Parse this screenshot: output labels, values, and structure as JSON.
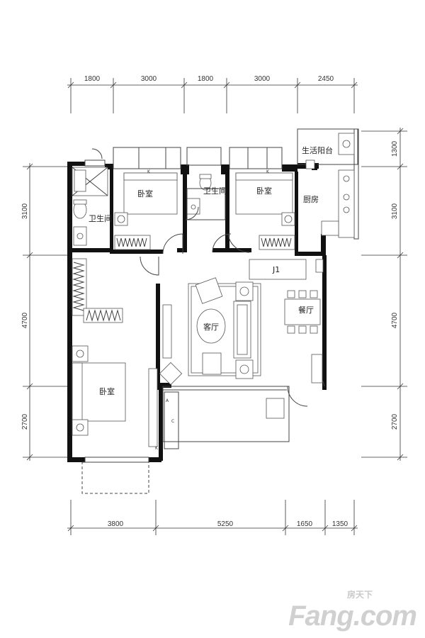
{
  "dimensions": {
    "top": [
      "1800",
      "3000",
      "1800",
      "3000",
      "2450"
    ],
    "bottom": [
      "3800",
      "5250",
      "1650",
      "1350"
    ],
    "left": [
      "3100",
      "4700",
      "2700"
    ],
    "right": [
      "1300",
      "3100",
      "4700",
      "2700"
    ]
  },
  "rooms": {
    "bath_left": "卫生间",
    "bedroom_top_left": "卧室",
    "bath_center": "卫生间",
    "bedroom_top_right": "卧室",
    "balcony": "生活阳台",
    "kitchen": "厨房",
    "living": "客厅",
    "dining": "餐厅",
    "bedroom_master": "卧室"
  },
  "labels": {
    "j1": "J1",
    "k": "K",
    "a": "A",
    "c": "C"
  },
  "watermark": {
    "sub": "房天下",
    "main": "Fang.com"
  }
}
